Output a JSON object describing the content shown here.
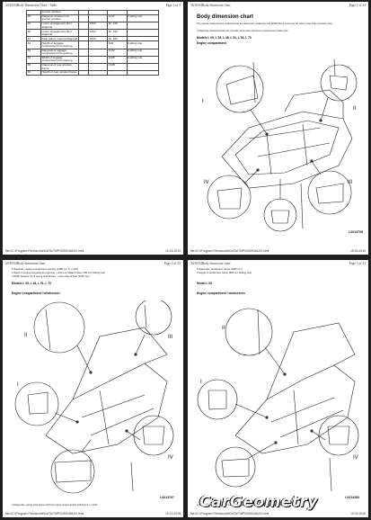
{
  "p1": {
    "header_left": "30/10/04Body Dimension Chart - Table",
    "header_right": "Page 3 of 3",
    "rows": [
      [
        "",
        "quarter window",
        "",
        "",
        "",
        ""
      ],
      [
        "28",
        "Diagonal: bracket rear quarter window",
        "",
        "",
        "1147",
        "Folding rule"
      ],
      [
        "29",
        "Lower engagement floor diagonal",
        "",
        "1262",
        "Nr. 100",
        ""
      ],
      [
        "30",
        "Lower engagement floor diagonal",
        "",
        "1264",
        "Nr. 100",
        ""
      ],
      [
        "31",
        "Rear panel: internal diagonal",
        "",
        "1044",
        "Nr. 100",
        ""
      ],
      [
        "32",
        "Height of luggage compartment lid opening",
        "",
        "",
        "618",
        "Folding rule"
      ],
      [
        "33",
        "Diagonal of luggage compartment lid opening",
        "",
        "",
        "1132",
        "Folding rule"
      ],
      [
        "34",
        "Width of luggage compartment lid opening",
        "",
        "",
        "1025",
        "Folding rule"
      ],
      [
        "35",
        "Diagonal of rear window frame",
        "",
        "",
        "1335",
        ""
      ],
      [
        "36",
        "Height of rear window frame",
        "",
        "",
        "",
        ""
      ]
    ],
    "footer_left": "file://C:\\Program Files\\srcide\\DATA\\TMP\\0050\\0462\\0.html",
    "footer_right": "15.03.2015"
  },
  "p2": {
    "header_left": "30/10/04Body dimension chart",
    "header_right": "Page 1 of 33",
    "title": "Body dimension chart",
    "intro1": "The typical measurement method using the telescopic measuring rod MKM-642-A must only be used in the body structure area.",
    "intro2": "Underbody measurements are normally done with electronic measurement data input.",
    "models": "Models L 05, L 35, L 48, L 51, L 55, L 70",
    "section": "Engine compartment",
    "drawing_code": "L0013708",
    "footer_left": "file://C:\\Program Files\\srcide\\DATA\\TMP\\0050\\0462\\0.html",
    "footer_right": "15.03.2015"
  },
  "p3": {
    "header_left": "30/10/04Body dimension chart",
    "header_right": "Page 2 of 33",
    "notes": [
      "1   Diagonal, engine compartment opening (1488 mm N +/-100)",
      "2   Depth of engine compartment opening - centre of radiator holes (795 mm folding rule)",
      "3   Width between front spring strut domes - outer edge of hole (1136 mm)"
    ],
    "models": "Models L 35, L 48, L 51, L 70",
    "section": "Engine compartment / windscreen",
    "drawing_code": "L0013707",
    "bottom_note": "4   Diagonals, spring strut dome and front upper crossmember (1021 mm +/- 100)",
    "footer_left": "file://C:\\Program Files\\srcide\\DATA\\TMP\\0050\\0462\\0.html",
    "footer_right": "15.03.2015"
  },
  "p4": {
    "header_left": "30/10/04Body dimension chart",
    "header_right": "Page 3 of 33",
    "notes": [
      "5   Diagonals, windscreen frame (1285 mm)",
      "6   Height of windscreen frame (805 mm folding rule)"
    ],
    "models": "Model L 08",
    "section": "Engine compartment / windscreen",
    "drawing_code": "L0014283",
    "bottom_note": "4   Diagonals, spring strut dome and front upper crossmember (1021 mm +/-100)",
    "footer_left": "file://C:\\Program Files\\srcide\\DATA\\TMP\\0050\\0462\\0.html",
    "footer_right": "15.03.2015"
  },
  "brand": "CarGeometry"
}
